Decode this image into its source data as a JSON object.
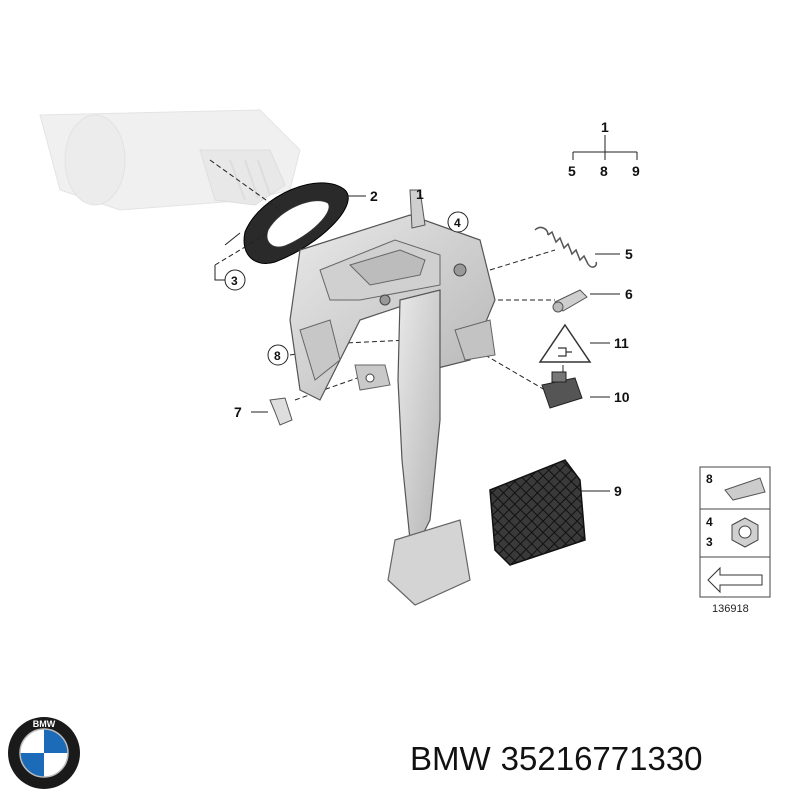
{
  "callouts": {
    "c1": "1",
    "c2": "2",
    "c3": "3",
    "c4": "4",
    "c5": "5",
    "c6": "6",
    "c7": "7",
    "c8": "8",
    "c9": "9",
    "c10": "10",
    "c11": "11"
  },
  "tree": {
    "root": "1",
    "a": "5",
    "b": "8",
    "c": "9"
  },
  "legend": {
    "box1_label": "8",
    "box2_label_top": "4",
    "box2_label_bottom": "3",
    "ref_number": "136918"
  },
  "footer": {
    "brand": "BMW",
    "part_number": "35216771330",
    "logo_letters": "BMW"
  }
}
